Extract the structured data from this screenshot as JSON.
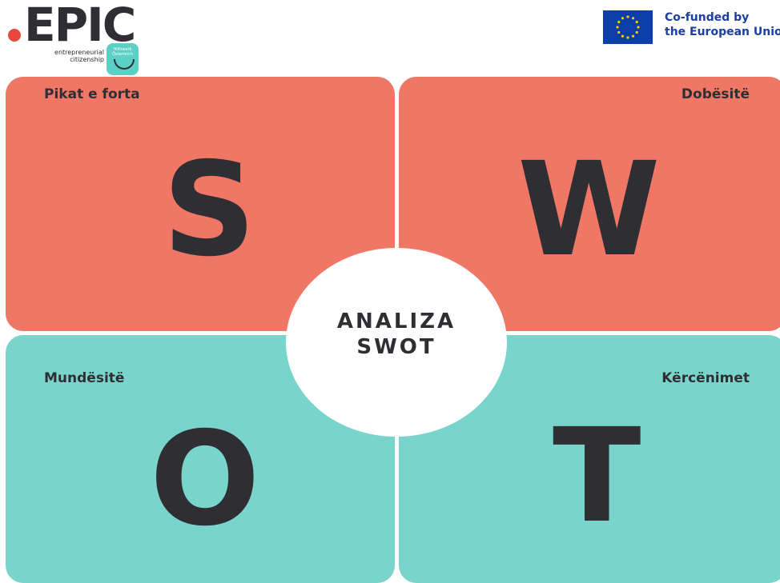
{
  "header": {
    "epic_logo": {
      "word": "EPIC",
      "tagline_line1": "entrepreneurial",
      "tagline_line2": "citizenship",
      "badge_text": "Hilfswerk Österreich",
      "accent_color": "#e8493f",
      "badge_color": "#5ccfc7"
    },
    "eu_logo": {
      "line1": "Co-funded by",
      "line2": "the European Union",
      "flag_color": "#0c3ea8",
      "star_color": "#ffcc00"
    }
  },
  "quadrants": {
    "strengths": {
      "title": "Pikat e forta",
      "letter": "S",
      "color": "#f07766"
    },
    "weaknesses": {
      "title": "Dobësitë",
      "letter": "W",
      "color": "#f07766"
    },
    "opportunities": {
      "title": "Mundësitë",
      "letter": "O",
      "color": "#79d4cb"
    },
    "threats": {
      "title": "Kërcënimet",
      "letter": "T",
      "color": "#79d4cb"
    }
  },
  "center": {
    "line1": "ANALIZA",
    "line2": "SWOT"
  },
  "colors": {
    "text": "#2f2f33",
    "coral": "#f07766",
    "teal": "#79d4cb"
  }
}
